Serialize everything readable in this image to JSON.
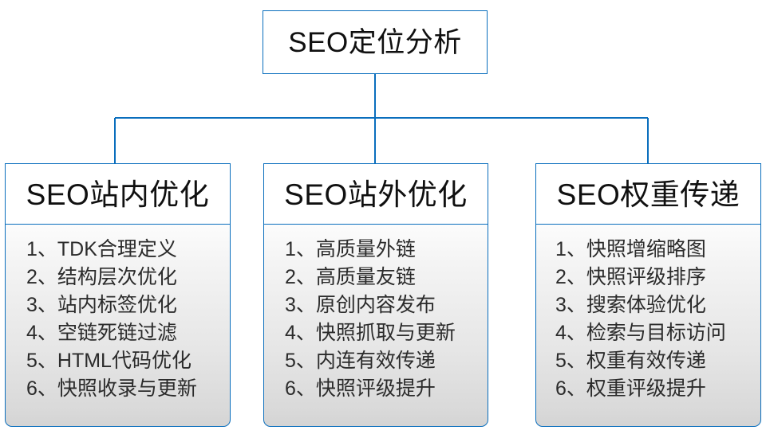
{
  "root": {
    "title": "SEO定位分析"
  },
  "theme": {
    "border_color": "#0a6ebd",
    "connector_color": "#0a6ebd",
    "header_fill": "#ffffff",
    "body_fill_top": "#fcfcfc",
    "body_fill_bottom": "#d4d4d4",
    "text_color": "#101010",
    "item_text_color": "#2b2b2b",
    "page_background": "#ffffff"
  },
  "branches": [
    {
      "title": "SEO站内优化",
      "items": [
        {
          "num": "1、",
          "text": "TDK合理定义"
        },
        {
          "num": "2、",
          "text": "结构层次优化"
        },
        {
          "num": "3、",
          "text": "站内标签优化"
        },
        {
          "num": "4、",
          "text": "空链死链过滤"
        },
        {
          "num": "5、",
          "text": "HTML代码优化"
        },
        {
          "num": "6、",
          "text": "快照收录与更新"
        }
      ]
    },
    {
      "title": "SEO站外优化",
      "items": [
        {
          "num": "1、",
          "text": "高质量外链"
        },
        {
          "num": "2、",
          "text": "高质量友链"
        },
        {
          "num": "3、",
          "text": "原创内容发布"
        },
        {
          "num": "4、",
          "text": "快照抓取与更新"
        },
        {
          "num": "5、",
          "text": "内连有效传递"
        },
        {
          "num": "6、",
          "text": "快照评级提升"
        }
      ]
    },
    {
      "title": "SEO权重传递",
      "items": [
        {
          "num": "1、",
          "text": "快照增缩略图"
        },
        {
          "num": "2、",
          "text": "快照评级排序"
        },
        {
          "num": "3、",
          "text": "搜索体验优化"
        },
        {
          "num": "4、",
          "text": "检索与目标访问"
        },
        {
          "num": "5、",
          "text": "权重有效传递"
        },
        {
          "num": "6、",
          "text": "权重评级提升"
        }
      ]
    }
  ]
}
